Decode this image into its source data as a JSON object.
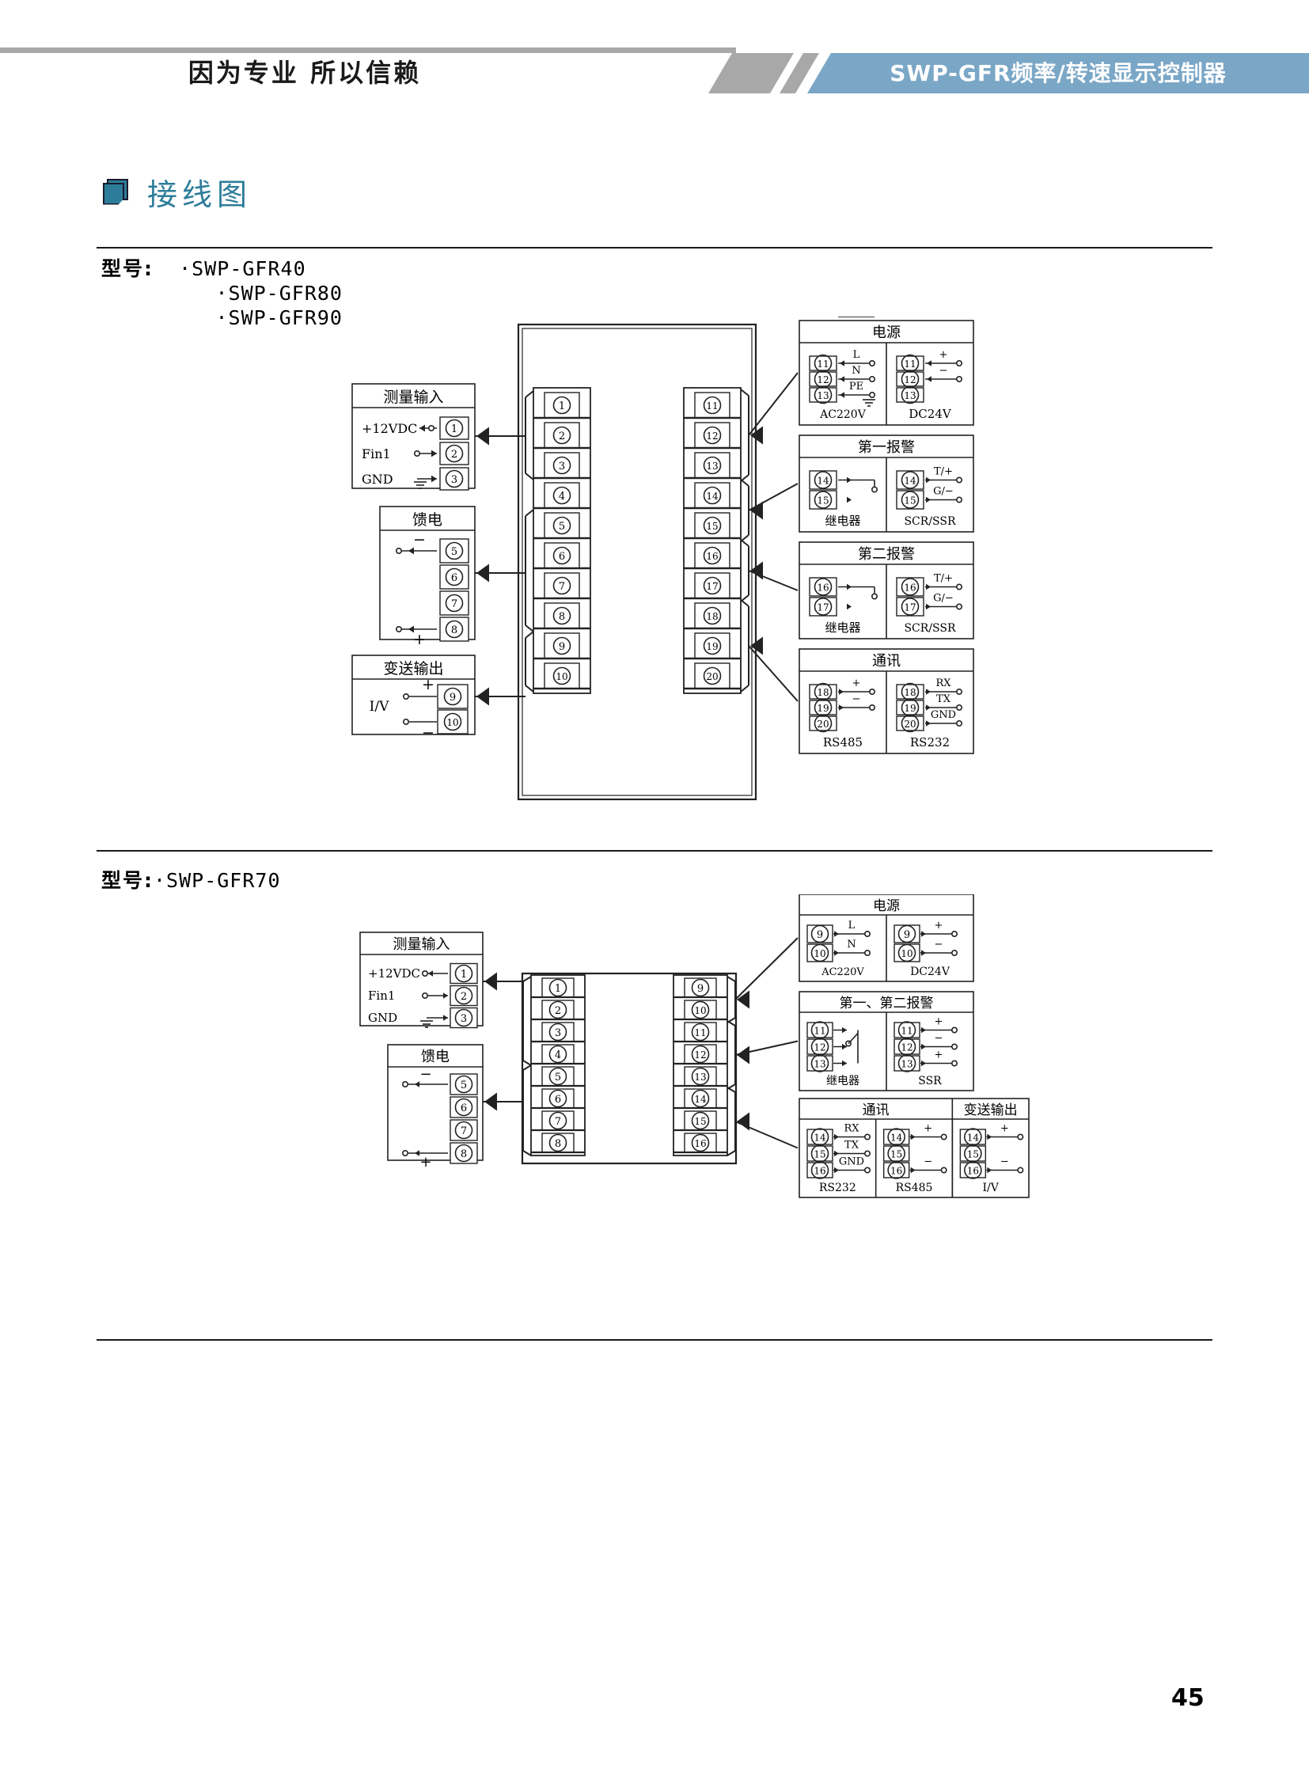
{
  "header": {
    "slogan": "因为专业  所以信赖",
    "product_title": "SWP-GFR频率/转速显示控制器",
    "brand_color": "#7ba7c7",
    "gray_color": "#a8a8a8"
  },
  "section": {
    "icon": "document-icon",
    "title": "接线图",
    "accent_color": "#2d7d9a"
  },
  "page_number": "45",
  "diagram1": {
    "model_label": "型号：",
    "model_label_plain": "型号:",
    "models": [
      "·SWP-GFR40",
      "·SWP-GFR80",
      "·SWP-GFR90"
    ],
    "terminal_block": {
      "left_terminals": [
        "1",
        "2",
        "3",
        "4",
        "5",
        "6",
        "7",
        "8",
        "9",
        "10"
      ],
      "right_terminals": [
        "11",
        "12",
        "13",
        "14",
        "15",
        "16",
        "17",
        "18",
        "19",
        "20"
      ]
    },
    "left_boxes": [
      {
        "title": "测量输入",
        "rows": [
          {
            "label": "+12VDC",
            "terminal": "1",
            "direction": "out"
          },
          {
            "label": "Fin1",
            "terminal": "2",
            "direction": "in"
          },
          {
            "label": "GND",
            "terminal": "3",
            "direction": "in",
            "symbol": "ground"
          }
        ]
      },
      {
        "title": "馈电",
        "rows": [
          {
            "label": "−",
            "terminal": "5",
            "direction": "out"
          },
          {
            "label": "",
            "terminal": "6",
            "direction": "none"
          },
          {
            "label": "",
            "terminal": "7",
            "direction": "none"
          },
          {
            "label": "+",
            "terminal": "8",
            "direction": "out"
          }
        ]
      },
      {
        "title": "变送输出",
        "sub_label": "I/V",
        "rows": [
          {
            "label": "+",
            "terminal": "9",
            "direction": "out"
          },
          {
            "label": "−",
            "terminal": "10",
            "direction": "out"
          }
        ]
      }
    ],
    "right_boxes": [
      {
        "title": "电源",
        "columns": [
          {
            "footer": "AC220V",
            "rows": [
              {
                "label": "L",
                "terminal": "11"
              },
              {
                "label": "N",
                "terminal": "12"
              },
              {
                "label": "PE",
                "terminal": "13",
                "symbol": "ground"
              }
            ]
          },
          {
            "footer": "DC24V",
            "rows": [
              {
                "label": "+",
                "terminal": "11"
              },
              {
                "label": "−",
                "terminal": "12"
              },
              {
                "label": "",
                "terminal": "13"
              }
            ]
          }
        ]
      },
      {
        "title": "第一报警",
        "columns": [
          {
            "footer": "继电器",
            "rows": [
              {
                "label": "",
                "terminal": "14"
              },
              {
                "label": "",
                "terminal": "15"
              }
            ],
            "symbol": "relay-switch"
          },
          {
            "footer": "SCR/SSR",
            "rows": [
              {
                "label": "T/+",
                "terminal": "14"
              },
              {
                "label": "G/−",
                "terminal": "15"
              }
            ]
          }
        ]
      },
      {
        "title": "第二报警",
        "columns": [
          {
            "footer": "继电器",
            "rows": [
              {
                "label": "",
                "terminal": "16"
              },
              {
                "label": "",
                "terminal": "17"
              }
            ],
            "symbol": "relay-switch"
          },
          {
            "footer": "SCR/SSR",
            "rows": [
              {
                "label": "T/+",
                "terminal": "16"
              },
              {
                "label": "G/−",
                "terminal": "17"
              }
            ]
          }
        ]
      },
      {
        "title": "通讯",
        "columns": [
          {
            "footer": "RS485",
            "rows": [
              {
                "label": "+",
                "terminal": "18"
              },
              {
                "label": "−",
                "terminal": "19"
              },
              {
                "label": "",
                "terminal": "20"
              }
            ]
          },
          {
            "footer": "RS232",
            "rows": [
              {
                "label": "RX",
                "terminal": "18"
              },
              {
                "label": "TX",
                "terminal": "19"
              },
              {
                "label": "GND",
                "terminal": "20"
              }
            ]
          }
        ]
      }
    ]
  },
  "diagram2": {
    "model_label": "型号:",
    "models": [
      "·SWP-GFR70"
    ],
    "terminal_block": {
      "left_terminals": [
        "1",
        "2",
        "3",
        "4",
        "5",
        "6",
        "7",
        "8"
      ],
      "right_terminals": [
        "9",
        "10",
        "11",
        "12",
        "13",
        "14",
        "15",
        "16"
      ]
    },
    "left_boxes": [
      {
        "title": "测量输入",
        "rows": [
          {
            "label": "+12VDC",
            "terminal": "1",
            "direction": "out"
          },
          {
            "label": "Fin1",
            "terminal": "2",
            "direction": "in"
          },
          {
            "label": "GND",
            "terminal": "3",
            "direction": "in",
            "symbol": "ground"
          }
        ]
      },
      {
        "title": "馈电",
        "rows": [
          {
            "label": "−",
            "terminal": "5",
            "direction": "out"
          },
          {
            "label": "",
            "terminal": "6",
            "direction": "none"
          },
          {
            "label": "",
            "terminal": "7",
            "direction": "none"
          },
          {
            "label": "+",
            "terminal": "8",
            "direction": "out"
          }
        ]
      }
    ],
    "right_boxes": [
      {
        "title": "电源",
        "columns": [
          {
            "footer": "AC220V",
            "rows": [
              {
                "label": "L",
                "terminal": "9"
              },
              {
                "label": "N",
                "terminal": "10"
              }
            ]
          },
          {
            "footer": "DC24V",
            "rows": [
              {
                "label": "+",
                "terminal": "9"
              },
              {
                "label": "−",
                "terminal": "10"
              }
            ]
          }
        ]
      },
      {
        "title": "第一、第二报警",
        "columns": [
          {
            "footer": "继电器",
            "rows": [
              {
                "label": "",
                "terminal": "11"
              },
              {
                "label": "",
                "terminal": "12"
              },
              {
                "label": "",
                "terminal": "13"
              }
            ],
            "symbol": "relay-switch"
          },
          {
            "footer": "SSR",
            "rows": [
              {
                "label": "+",
                "terminal": "11"
              },
              {
                "label": "−",
                "terminal": "12"
              },
              {
                "label": "+",
                "terminal": "13"
              }
            ]
          }
        ]
      },
      {
        "title": "通讯",
        "title2": "变送输出",
        "columns": [
          {
            "footer": "RS232",
            "rows": [
              {
                "label": "RX",
                "terminal": "14"
              },
              {
                "label": "TX",
                "terminal": "15"
              },
              {
                "label": "GND",
                "terminal": "16"
              }
            ]
          },
          {
            "footer": "RS485",
            "rows": [
              {
                "label": "+",
                "terminal": "14"
              },
              {
                "label": "",
                "terminal": "15"
              },
              {
                "label": "−",
                "terminal": "16"
              }
            ]
          },
          {
            "footer": "I/V",
            "rows": [
              {
                "label": "+",
                "terminal": "14"
              },
              {
                "label": "",
                "terminal": "15"
              },
              {
                "label": "−",
                "terminal": "16"
              }
            ]
          }
        ]
      }
    ]
  }
}
